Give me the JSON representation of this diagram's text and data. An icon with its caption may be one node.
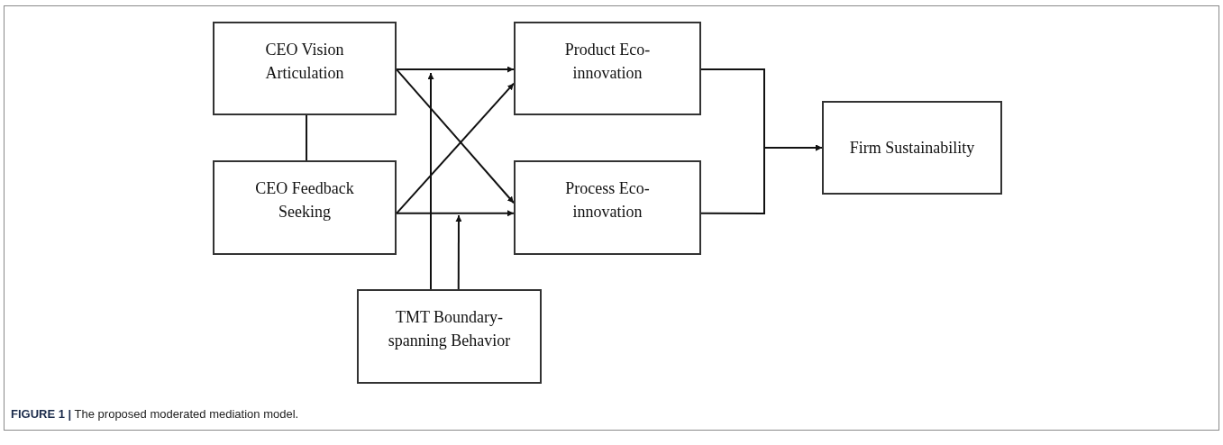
{
  "diagram": {
    "caption": "**FIGURE 1 |** The proposed moderated mediation model.",
    "nodes": [
      {
        "text": [
          "CEO Vision Articulation"
        ]
      },
      {
        "text": [
          "CEO Feedback Seeking"
        ]
      },
      {
        "text": [
          "Product Eco-innovation"
        ]
      },
      {
        "text": [
          "Process Eco-innovation"
        ]
      },
      {
        "text": [
          "Firm Sustainability"
        ]
      },
      {
        "text": [
          "TMT Boundary-spanning Behavior"
        ]
      }
    ],
    "edges": [
      {
        "from": 0,
        "to": 2,
        "arrow": "to"
      },
      {
        "from": 0,
        "to": 3,
        "arrow": "to"
      },
      {
        "from": 1,
        "to": 2,
        "arrow": "to"
      },
      {
        "from": 1,
        "to": 3,
        "arrow": "to"
      },
      {
        "from": 0,
        "to": 1,
        "arrow": "none"
      },
      {
        "from": 2,
        "to": 4,
        "arrow": "to"
      },
      {
        "from": 3,
        "to": 4,
        "arrow": "to"
      },
      {
        "from": 5,
        "to": null,
        "arrow": "to"
      },
      {
        "from": 5,
        "to": null,
        "arrow": "to"
      }
    ]
  }
}
